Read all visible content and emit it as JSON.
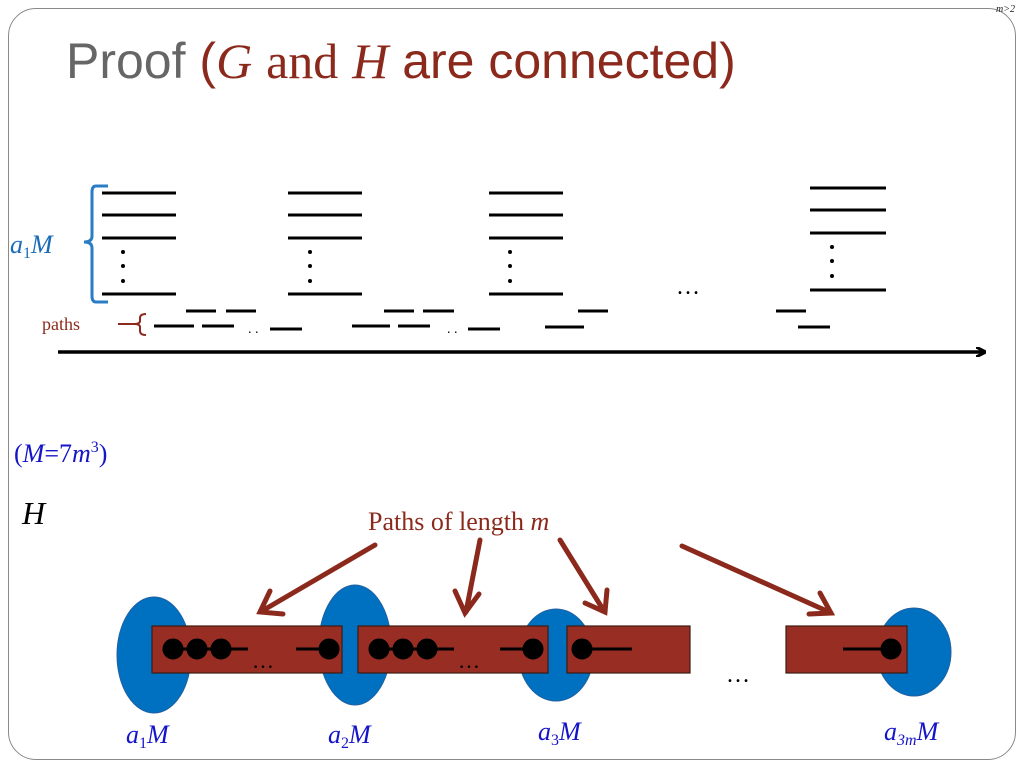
{
  "corner_note": "m>2",
  "title": {
    "proof": "Proof",
    "open_paren": "(",
    "g": "G",
    "and": "and",
    "h": "H",
    "rest": "are connected)"
  },
  "top_diagram": {
    "bracket_label_a": "a",
    "bracket_label_sub": "1",
    "bracket_label_M": "M",
    "paths_label": "paths",
    "ellipsis": "…",
    "small_dots": ". ."
  },
  "M_definition": {
    "open": "(",
    "M": "M",
    "eq": "=7",
    "m": "m",
    "exp": "3",
    "close": ")"
  },
  "H_label": "H",
  "bottom_diagram": {
    "paths_caption": "Paths of length",
    "paths_caption_m": "m",
    "ellipsis": "…",
    "labels": [
      {
        "a": "a",
        "sub": "1",
        "M": "M"
      },
      {
        "a": "a",
        "sub": "2",
        "M": "M"
      },
      {
        "a": "a",
        "sub": "3",
        "M": "M"
      },
      {
        "a": "a",
        "sub": "3m",
        "M": "M"
      }
    ]
  },
  "colors": {
    "title_gray": "#666666",
    "dark_red": "#8b2a1c",
    "bar_red": "#982d23",
    "blob_blue": "#0070c0",
    "label_blue": "#1414c8",
    "bracket_blue": "#2a7dc4"
  }
}
